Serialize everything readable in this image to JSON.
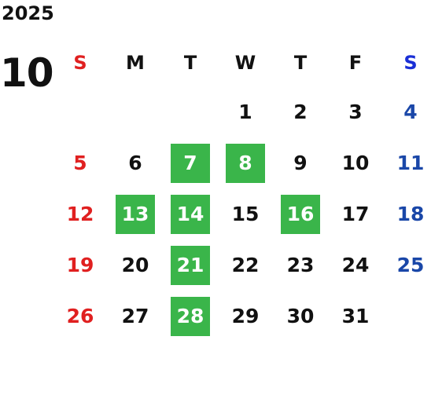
{
  "year": "2025",
  "month": "10",
  "weekdays": [
    "S",
    "M",
    "T",
    "W",
    "T",
    "F",
    "S"
  ],
  "weeks": [
    [
      "",
      "",
      "",
      "1",
      "2",
      "3",
      "4"
    ],
    [
      "5",
      "6",
      "7",
      "8",
      "9",
      "10",
      "11"
    ],
    [
      "12",
      "13",
      "14",
      "15",
      "16",
      "17",
      "18"
    ],
    [
      "19",
      "20",
      "21",
      "22",
      "23",
      "24",
      "25"
    ],
    [
      "26",
      "27",
      "28",
      "29",
      "30",
      "31",
      ""
    ]
  ],
  "highlighted_days": [
    "7",
    "8",
    "13",
    "14",
    "16",
    "21",
    "28"
  ],
  "colors": {
    "sunday": "#e02020",
    "saturday": "#1a47a8",
    "saturday_header": "#1a2fd6",
    "highlight": "#3ab54a",
    "text": "#111111"
  }
}
